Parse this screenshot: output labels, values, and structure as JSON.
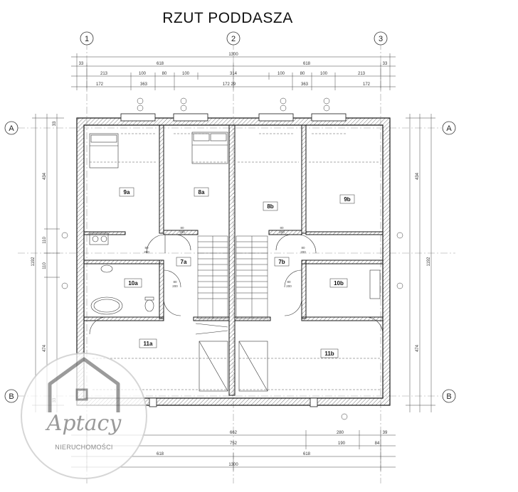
{
  "title": "RZUT PODDASZA",
  "axes": {
    "columns": [
      "1",
      "2",
      "3"
    ],
    "rows": [
      "A",
      "B"
    ]
  },
  "dimensions": {
    "top_total": "1300",
    "top_halves": [
      "618",
      "618"
    ],
    "top_edges": [
      "33",
      "33"
    ],
    "top_row3": [
      "213",
      "100",
      "80",
      "100",
      "314",
      "100",
      "80",
      "100",
      "213"
    ],
    "top_row4": [
      "172",
      "363",
      "172 29",
      "363",
      "172"
    ],
    "bottom_row1": [
      "662",
      "280",
      "39"
    ],
    "bottom_row2": [
      "752",
      "190",
      "84"
    ],
    "bottom_halves": [
      "618",
      "618"
    ],
    "bottom_total": "1300",
    "left_total": "1192",
    "left_parts": [
      "434",
      "110",
      "110",
      "474",
      "33",
      "33"
    ],
    "right_total": "1192"
  },
  "rooms": [
    {
      "id": "9a"
    },
    {
      "id": "8a"
    },
    {
      "id": "8b"
    },
    {
      "id": "9b"
    },
    {
      "id": "7a"
    },
    {
      "id": "7b"
    },
    {
      "id": "10a"
    },
    {
      "id": "10b"
    },
    {
      "id": "11a"
    },
    {
      "id": "11b"
    }
  ],
  "door_labels": [
    "80\n200",
    "80\n200",
    "80\n200",
    "80\n200",
    "80\n200",
    "80\n200"
  ],
  "logo": {
    "name": "Aptacy",
    "subtitle": "NIERUCHOMOŚCI"
  },
  "colors": {
    "line": "#1a1a1a",
    "hatch": "#444444",
    "logo_gray": "#8a8a8a"
  }
}
